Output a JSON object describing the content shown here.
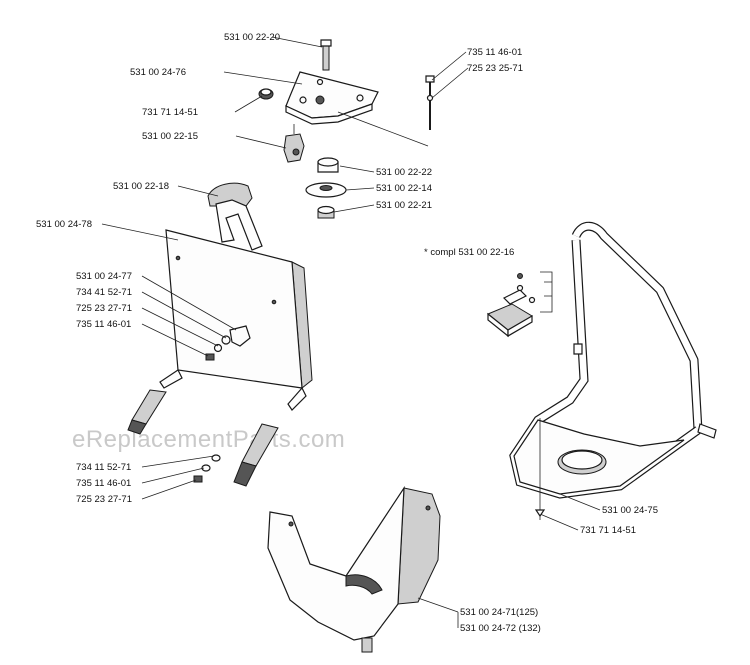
{
  "watermark": "eReplacementParts.com",
  "labels": {
    "l01": "531 00 22-20",
    "l02": "531 00 24-76",
    "l03": "731 71 14-51",
    "l04": "531 00 22-15",
    "l05": "735 11 46-01",
    "l06": "725 23 25-71",
    "l07": "531 00 22-22",
    "l08": "531 00 22-14",
    "l09": "531 00 22-21",
    "l10": "531 00 22-18",
    "l11": "531 00 24-78",
    "l12": "* compl 531 00 22-16",
    "l13": "531 00 24-77",
    "l14": "734 41 52-71",
    "l15": "725 23 27-71",
    "l16": "735 11 46-01",
    "l17": "734 11 52-71",
    "l18": "735 11 46-01",
    "l19": "725 23 27-71",
    "l20": "531 00 24-75",
    "l21": "731 71 14-51",
    "l22": "531 00 24-71(125)",
    "l23": "531 00 24-72 (132)"
  }
}
